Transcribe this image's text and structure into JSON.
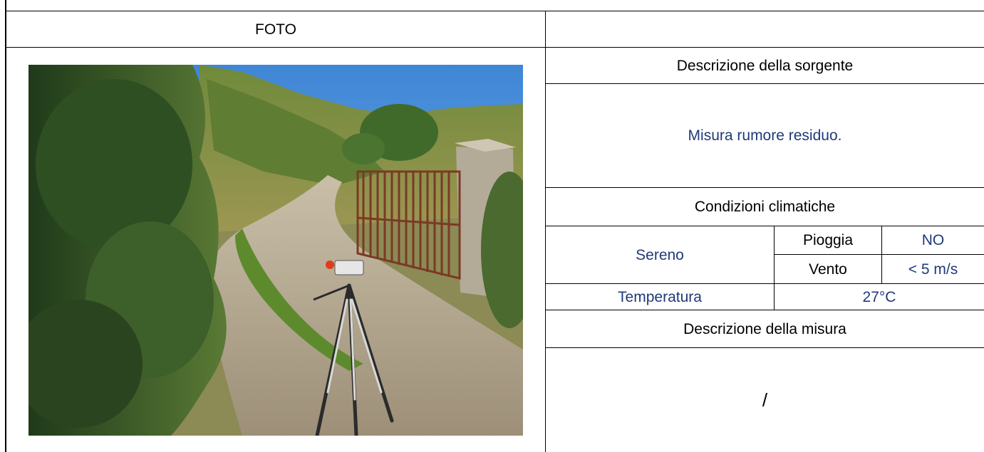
{
  "header": {
    "foto_label": "FOTO",
    "right_label": ""
  },
  "photo": {
    "description": "Outdoor photo of a gravel country road beside a rusty iron gate and stone pillar, with a sound level meter mounted on a tripod in the foreground, green hills and blue sky in the background"
  },
  "source": {
    "heading": "Descrizione della sorgente",
    "value": "Misura rumore residuo."
  },
  "climate": {
    "heading": "Condizioni climatiche",
    "sky": "Sereno",
    "rain_label": "Pioggia",
    "rain_value": "NO",
    "wind_label": "Vento",
    "wind_value": "< 5 m/s",
    "temperature_label": "Temperatura",
    "temperature_value": "27°C"
  },
  "measure": {
    "heading": "Descrizione della misura",
    "value": "/"
  },
  "colors": {
    "value_text": "#1f3a78",
    "border": "#000000"
  }
}
